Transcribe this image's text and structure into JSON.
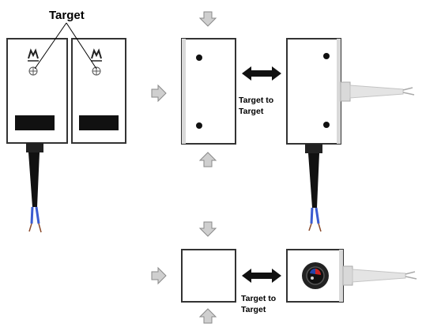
{
  "labels": {
    "target_heading": "Target",
    "target_to_target_line1": "Target to",
    "target_to_target_line2": "Target"
  },
  "icons": {
    "direction_arrow": "direction-arrow-icon",
    "double_arrow": "double-arrow-icon",
    "lens": "lens-icon",
    "mounting_hole": "mounting-hole-icon",
    "target_mark": "target-mark-icon"
  },
  "colors": {
    "outline": "#333333",
    "body_fill": "#ffffff",
    "shade": "#d9d9d9",
    "cable_black": "#111111",
    "wire_blue": "#3a5bd0",
    "wire_brown": "#8b4a2b",
    "arrow_gray": "#c8c8c8",
    "lens_red": "#cc2222",
    "lens_blue": "#2244aa"
  }
}
